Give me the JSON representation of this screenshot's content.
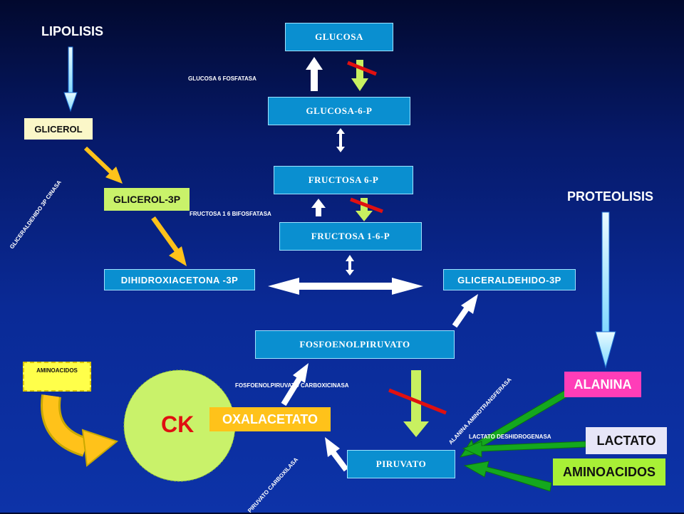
{
  "headers": {
    "lipolisis": "LIPOLISIS",
    "proteolisis": "PROTEOLISIS"
  },
  "nodes": {
    "glucosa": "GLUCOSA",
    "glucosa6p": "GLUCOSA-6-P",
    "fructosa6p": "FRUCTOSA 6-P",
    "fructosa16p": "FRUCTOSA 1-6-P",
    "glicerol": "GLICEROL",
    "glicerol3p": "GLICEROL-3P",
    "dihidroxiacetona": "DIHIDROXIACETONA -3P",
    "gliceraldehido": "GLICERALDEHIDO-3P",
    "fosfoenolpiruvato": "FOSFOENOLPIRUVATO",
    "oxalacetato": "OXALACETATO",
    "piruvato": "PIRUVATO",
    "alanina": "ALANINA",
    "lactato": "LACTATO",
    "aminoacidos": "AMINOACIDOS",
    "aminoacidos_small": "AMINOACIDOS",
    "ck": "CK"
  },
  "enzymes": {
    "g6fosfatasa": "GLUCOSA 6 FOSFATASA",
    "f16bifosfatasa": "FRUCTOSA 1 6 BIFOSFATASA",
    "gliceraldehido_cinasa": "GLICERALDEHIDO 3P CINASA",
    "pep_carboxicinasa": "FOSFOENOLPIRUVATO CARBOXICINASA",
    "piruvato_carboxilasa": "PIRUVATO CARBOXILASA",
    "alanina_aminotransferasa": "ALANINA AMINOTRANSFERASA",
    "lactato_deshidrogenasa": "LACTATO DESHIDROGENASA"
  },
  "colors": {
    "node_fill": "#0a8fd0",
    "blocked_mark": "#e01010",
    "forward_arrow": "#c8f060",
    "green_arrow": "#14a81e",
    "yellow_arrow": "#ffc21a"
  }
}
